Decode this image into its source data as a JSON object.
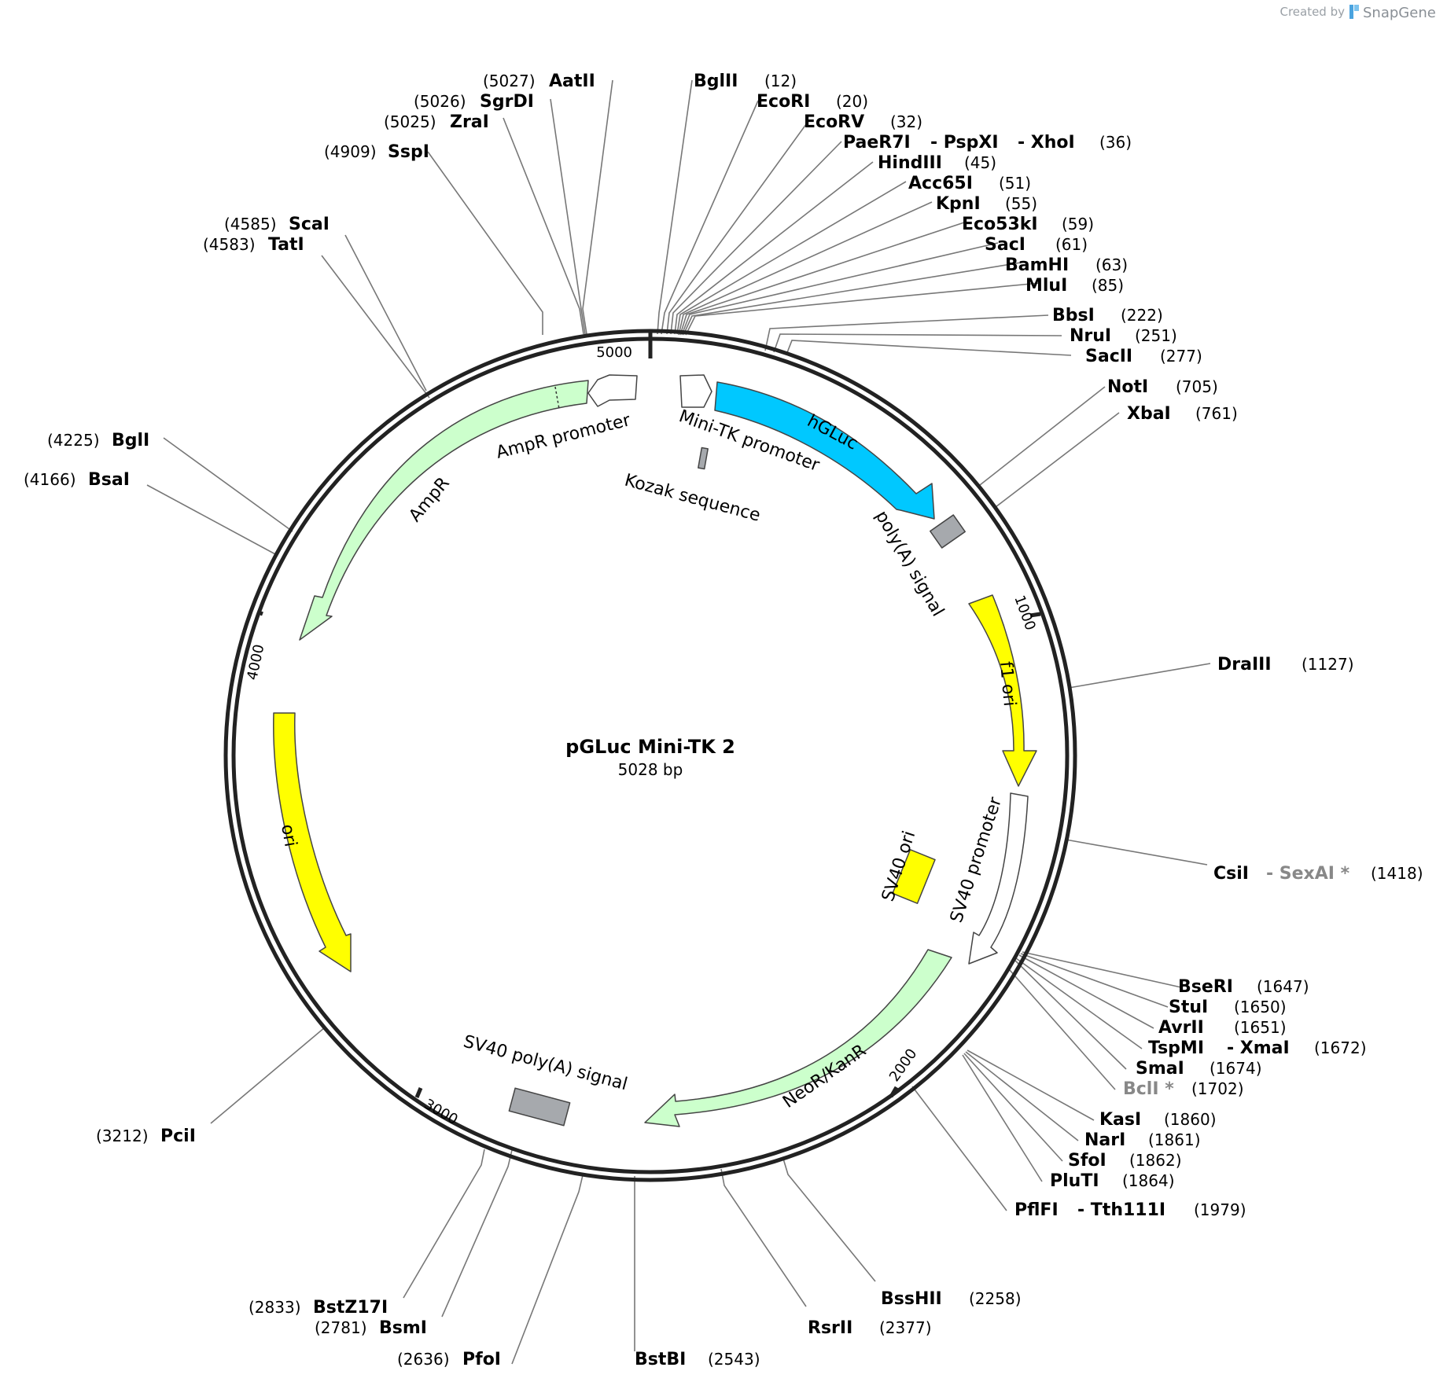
{
  "credit": {
    "created_by": "Created by",
    "brand": "SnapGene"
  },
  "plasmid": {
    "name": "pGLuc Mini-TK 2",
    "size": "5028 bp"
  },
  "ticks": [
    "5000",
    "1000",
    "2000",
    "3000",
    "4000"
  ],
  "features": [
    "hGLuc",
    "Mini-TK promoter",
    "Kozak sequence",
    "poly(A) signal",
    "f1 ori",
    "SV40 promoter",
    "SV40 ori",
    "NeoR/KanR",
    "SV40 poly(A) signal",
    "ori",
    "AmpR",
    "AmpR promoter"
  ],
  "feature_colors": {
    "hGLuc": "#00c8ff",
    "ori": "#ffff00",
    "AmpR": "#ccffcc",
    "promoter": "#ffffff",
    "polyA": "#a6a9ad"
  },
  "sites": [
    {
      "names": [
        "AatII"
      ],
      "pos": "(5027)"
    },
    {
      "names": [
        "SgrDI"
      ],
      "pos": "(5026)"
    },
    {
      "names": [
        "ZraI"
      ],
      "pos": "(5025)"
    },
    {
      "names": [
        "SspI"
      ],
      "pos": "(4909)"
    },
    {
      "names": [
        "ScaI"
      ],
      "pos": "(4585)"
    },
    {
      "names": [
        "TatI"
      ],
      "pos": "(4583)"
    },
    {
      "names": [
        "BglI"
      ],
      "pos": "(4225)"
    },
    {
      "names": [
        "BsaI"
      ],
      "pos": "(4166)"
    },
    {
      "names": [
        "PciI"
      ],
      "pos": "(3212)"
    },
    {
      "names": [
        "BstZ17I"
      ],
      "pos": "(2833)"
    },
    {
      "names": [
        "BsmI"
      ],
      "pos": "(2781)"
    },
    {
      "names": [
        "PfoI"
      ],
      "pos": "(2636)"
    },
    {
      "names": [
        "BstBI"
      ],
      "pos": "(2543)"
    },
    {
      "names": [
        "RsrII"
      ],
      "pos": "(2377)"
    },
    {
      "names": [
        "BssHII"
      ],
      "pos": "(2258)"
    },
    {
      "names": [
        "BglII"
      ],
      "pos": "(12)"
    },
    {
      "names": [
        "EcoRI"
      ],
      "pos": "(20)"
    },
    {
      "names": [
        "EcoRV"
      ],
      "pos": "(32)"
    },
    {
      "names": [
        "PaeR7I",
        "- PspXI",
        "- XhoI"
      ],
      "pos": "(36)"
    },
    {
      "names": [
        "HindIII"
      ],
      "pos": "(45)"
    },
    {
      "names": [
        "Acc65I"
      ],
      "pos": "(51)"
    },
    {
      "names": [
        "KpnI"
      ],
      "pos": "(55)"
    },
    {
      "names": [
        "Eco53kI"
      ],
      "pos": "(59)"
    },
    {
      "names": [
        "SacI"
      ],
      "pos": "(61)"
    },
    {
      "names": [
        "BamHI"
      ],
      "pos": "(63)"
    },
    {
      "names": [
        "MluI"
      ],
      "pos": "(85)"
    },
    {
      "names": [
        "BbsI"
      ],
      "pos": "(222)"
    },
    {
      "names": [
        "NruI"
      ],
      "pos": "(251)"
    },
    {
      "names": [
        "SacII"
      ],
      "pos": "(277)"
    },
    {
      "names": [
        "NotI"
      ],
      "pos": "(705)"
    },
    {
      "names": [
        "XbaI"
      ],
      "pos": "(761)"
    },
    {
      "names": [
        "DraIII"
      ],
      "pos": "(1127)"
    },
    {
      "names": [
        "CsiI",
        "- SexAI *"
      ],
      "pos": "(1418)"
    },
    {
      "names": [
        "BseRI"
      ],
      "pos": "(1647)"
    },
    {
      "names": [
        "StuI"
      ],
      "pos": "(1650)"
    },
    {
      "names": [
        "AvrII"
      ],
      "pos": "(1651)"
    },
    {
      "names": [
        "TspMI",
        "- XmaI"
      ],
      "pos": "(1672)"
    },
    {
      "names": [
        "SmaI"
      ],
      "pos": "(1674)"
    },
    {
      "names": [
        "BclI *"
      ],
      "pos": "(1702)"
    },
    {
      "names": [
        "KasI"
      ],
      "pos": "(1860)"
    },
    {
      "names": [
        "NarI"
      ],
      "pos": "(1861)"
    },
    {
      "names": [
        "SfoI"
      ],
      "pos": "(1862)"
    },
    {
      "names": [
        "PluTI"
      ],
      "pos": "(1864)"
    },
    {
      "names": [
        "PflFI",
        "- Tth111I"
      ],
      "pos": "(1979)"
    }
  ]
}
